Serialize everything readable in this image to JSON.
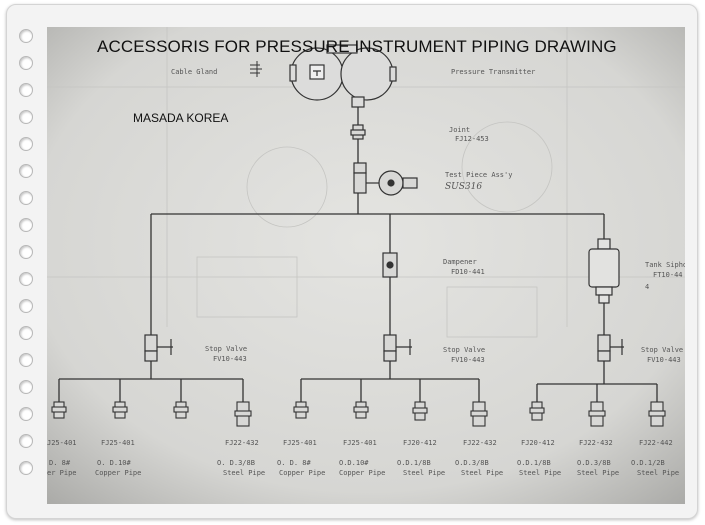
{
  "photo": {
    "heading": "ACCESSORIS FOR PRESSURE INSTRUMENT PIPING DRAWING",
    "maker": "MASADA KOREA"
  },
  "drawing": {
    "top_labels": {
      "cable_gland": "Cable Gland",
      "transmitter": "Pressure Transmitter",
      "joint_name": "Joint",
      "joint_code": "FJ12-453",
      "test_piece_name": "Test Piece Ass'y",
      "test_piece_note": "SUS316"
    },
    "middle_labels": {
      "dampener_name": "Dampener",
      "dampener_code": "FD10-441",
      "tank_name": "Tank Siphon",
      "tank_code": "FT10-44",
      "tank_mark": "4"
    },
    "stop_valves": [
      {
        "name": "Stop Valve",
        "code": "FV10-443"
      },
      {
        "name": "Stop Valve",
        "code": "FV10-443"
      },
      {
        "name": "Stop Valve",
        "code": "FV10-443"
      }
    ],
    "fittings": [
      {
        "code": "J25-401",
        "size": "D.  8#",
        "pipe": "er Pipe"
      },
      {
        "code": "FJ25-401",
        "size": "O. D.10#",
        "pipe": "Copper Pipe"
      },
      {
        "code": "",
        "size": "",
        "pipe": ""
      },
      {
        "code": "FJ22-432",
        "size": "O. D.3/8B",
        "pipe": "Steel Pipe"
      },
      {
        "code": "FJ25-401",
        "size": "O. D. 8#",
        "pipe": "Copper Pipe"
      },
      {
        "code": "FJ25-401",
        "size": "O.D.10#",
        "pipe": "Copper Pipe"
      },
      {
        "code": "FJ20-412",
        "size": "O.D.1/8B",
        "pipe": "Steel Pipe"
      },
      {
        "code": "FJ22-432",
        "size": "O.D.3/8B",
        "pipe": "Steel Pipe"
      },
      {
        "code": "FJ20-412",
        "size": "O.D.1/8B",
        "pipe": "Steel Pipe"
      },
      {
        "code": "FJ22-432",
        "size": "O.D.3/8B",
        "pipe": "Steel Pipe"
      },
      {
        "code": "FJ22-442",
        "size": "O.D.1/2B",
        "pipe": "Steel Pipe"
      }
    ]
  }
}
